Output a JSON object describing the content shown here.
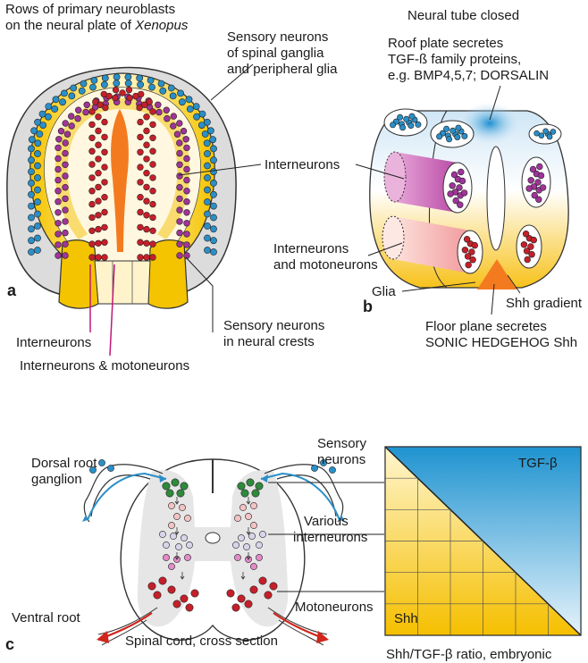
{
  "panel_a": {
    "letter": "a",
    "title_line1": "Rows of primary neuroblasts",
    "title_line2_prefix": "on the neural plate of ",
    "title_line2_italic": "Xenopus",
    "sensory_glia_line1": "Sensory neurons",
    "sensory_glia_line2": "of spinal ganglia",
    "sensory_glia_line3": "and peripheral glia",
    "interneurons": "Interneurons",
    "interneurons_bottom": "Interneurons",
    "inter_moto_bottom": "Interneurons & motoneurons",
    "crest_line1": "Sensory neurons",
    "crest_line2": "in neural crests"
  },
  "panel_b": {
    "letter": "b",
    "title": "Neural tube closed",
    "roof_line1": "Roof plate secretes",
    "roof_line2": "TGF-ß family proteins,",
    "roof_line3": "e.g. BMP4,5,7; DORSALIN",
    "inter_moto_line1": "Interneurons",
    "inter_moto_line2": "and motoneurons",
    "glia": "Glia",
    "shh_gradient": "Shh gradient",
    "floor_line1": "Floor plane secretes",
    "floor_line2": "SONIC HEDGEHOG Shh"
  },
  "panel_c": {
    "letter": "c",
    "drg_line1": "Dorsal root",
    "drg_line2": "ganglion",
    "sensory_line1": "Sensory",
    "sensory_line2": "neurons",
    "various_line1": "Various",
    "various_line2": "interneurons",
    "motoneurons": "Motoneurons",
    "ventral_root": "Ventral root",
    "cross_section": "Spinal cord, cross section",
    "tgf": "TGF-β",
    "shh": "Shh",
    "ratio": "Shh/TGF-β ratio, embryonic"
  },
  "colors": {
    "crest_blue": "#2a8fc8",
    "inter_purple": "#a0349a",
    "moto_red": "#c5202a",
    "green_neuron": "#2f8a3c",
    "yellow": "#f5c400",
    "orange": "#f47a20",
    "magenta_line": "#c2177a"
  }
}
